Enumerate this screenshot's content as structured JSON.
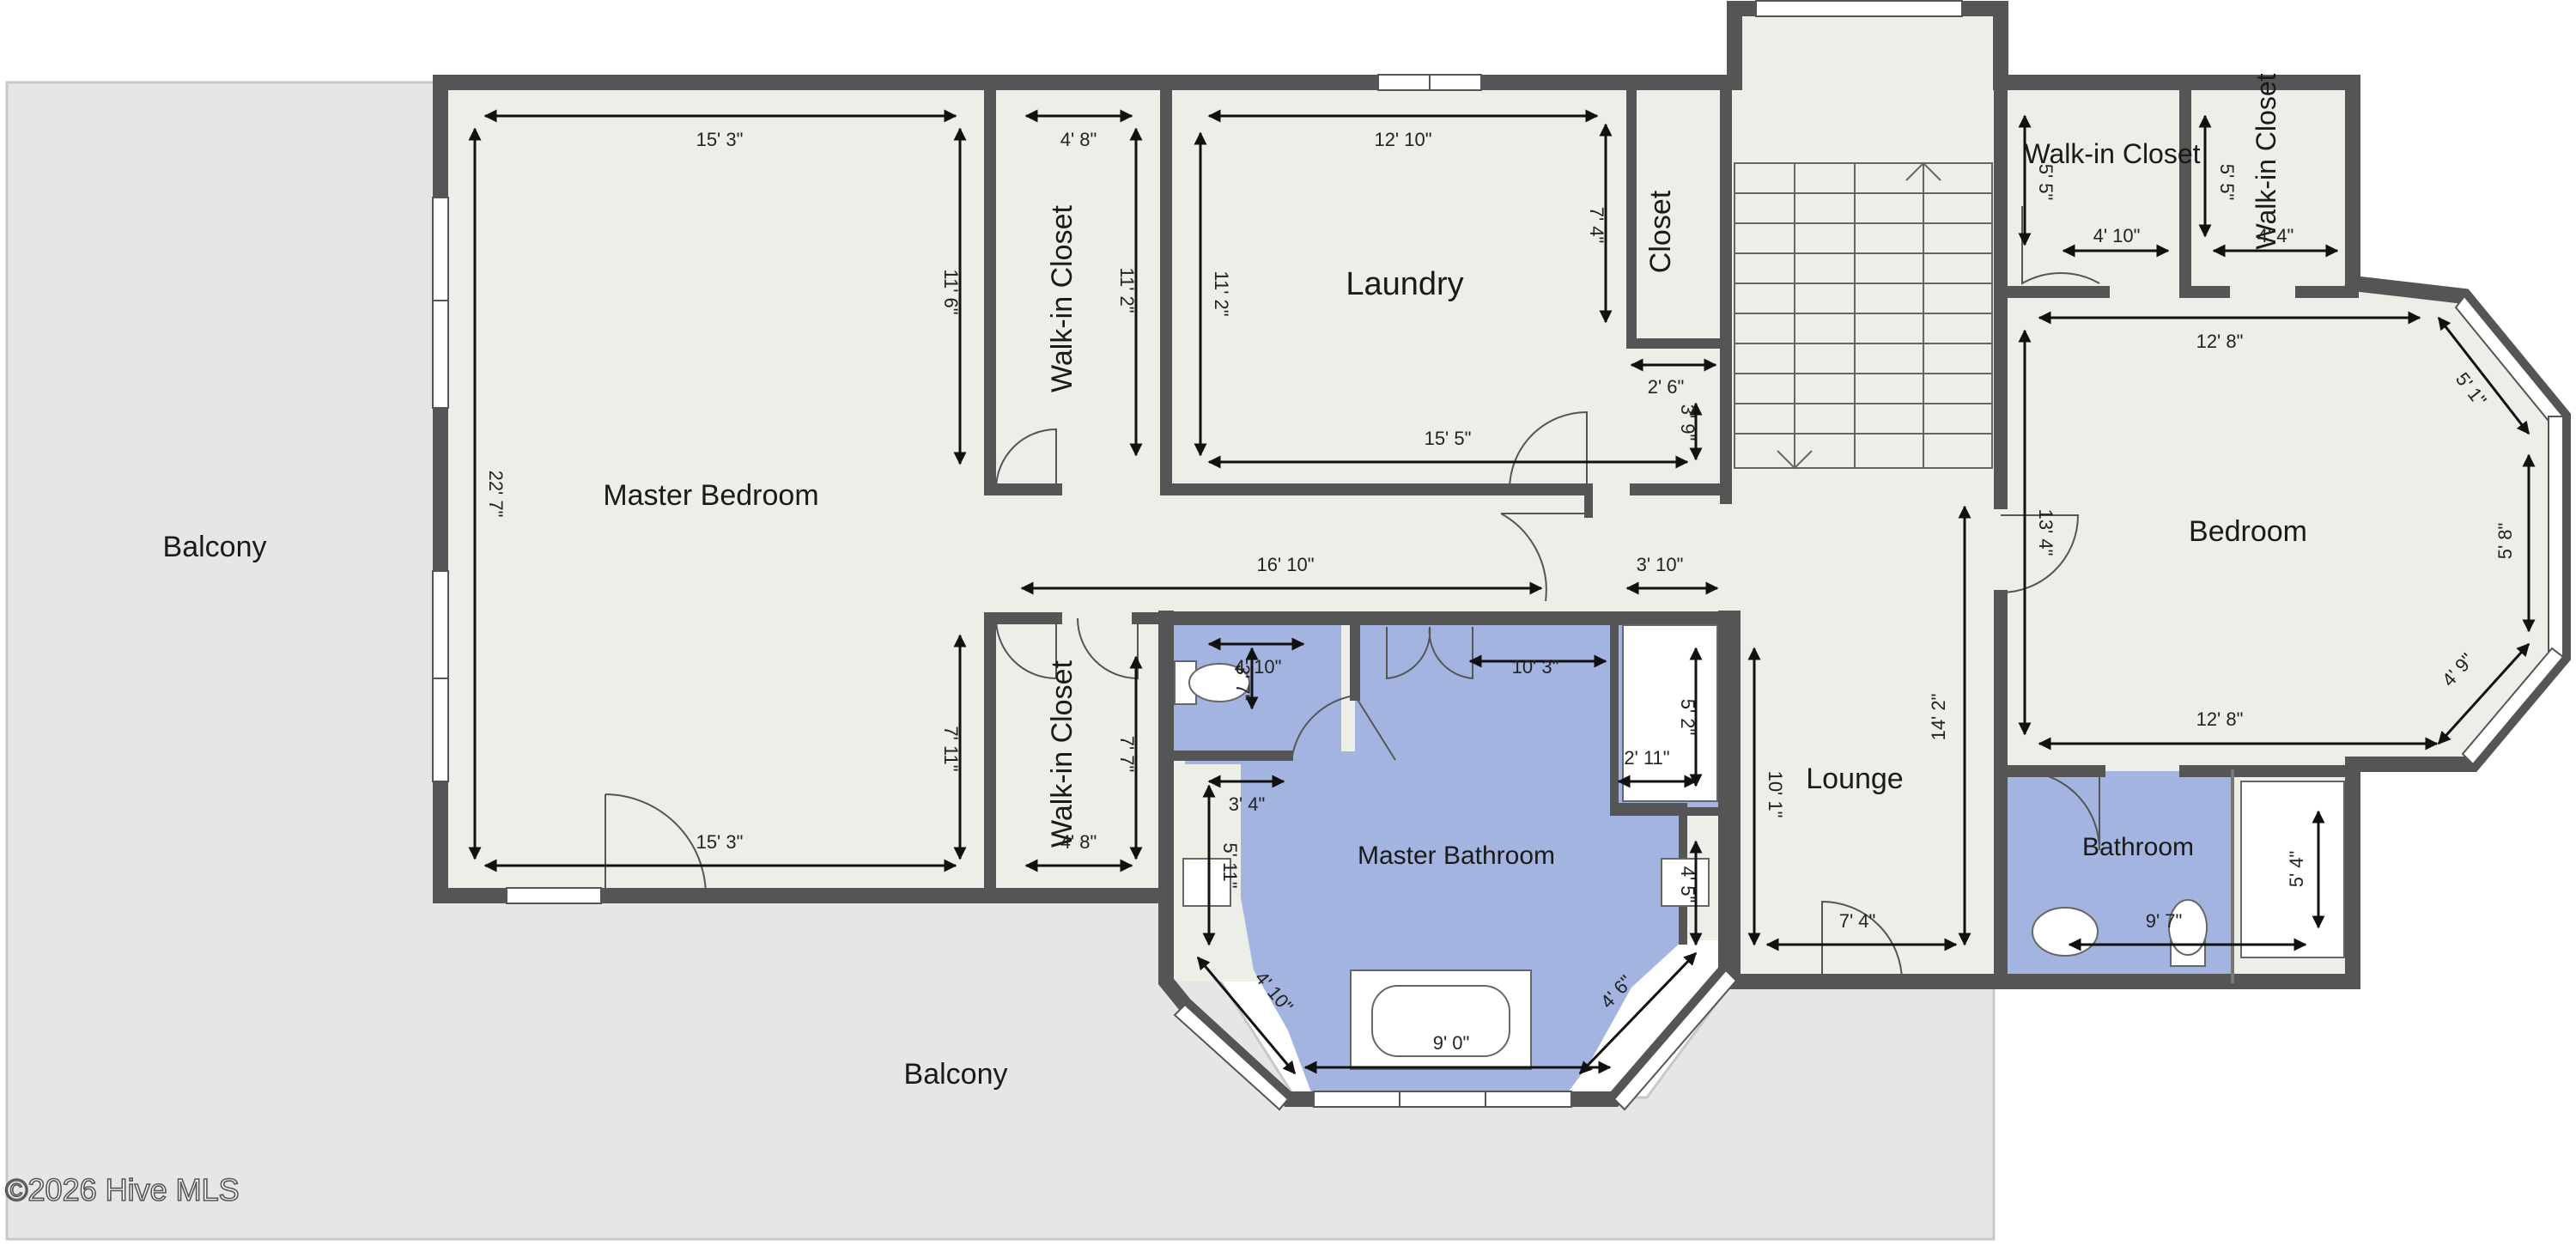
{
  "rooms": {
    "master_bedroom": "Master Bedroom",
    "walk_in_closet_1": "Walk-in Closet",
    "laundry": "Laundry",
    "closet": "Closet",
    "walk_in_closet_2": "Walk-in Closet",
    "walk_in_closet_3": "Walk-in Closet",
    "walk_in_closet_4": "Walk-in Closet",
    "bedroom": "Bedroom",
    "lounge": "Lounge",
    "master_bathroom": "Master Bathroom",
    "bathroom": "Bathroom",
    "balcony_left": "Balcony",
    "balcony_bottom": "Balcony"
  },
  "dimensions": {
    "mb_top": "15' 3\"",
    "mb_bottom": "15' 3\"",
    "mb_height": "22' 7\"",
    "mb_upper_right": "11' 6\"",
    "mb_lower_right": "7' 11\"",
    "wic1_width": "4' 8\"",
    "wic1_height": "11' 2\"",
    "laundry_top": "12' 10\"",
    "laundry_left": "11' 2\"",
    "laundry_right": "7' 4\"",
    "laundry_bottom": "15' 5\"",
    "closet_width": "2' 6\"",
    "closet_height": "3' 9\"",
    "hall_width": "16' 10\"",
    "hall_right": "3' 10\"",
    "wic2_width": "4' 8\"",
    "wic2_height": "7' 7\"",
    "toilet_width": "4' 10\"",
    "toilet_height": "3' 7\"",
    "bath_top": "10' 3\"",
    "shower_height": "5' 2\"",
    "shower_width": "2' 11\"",
    "vanity_width": "3' 4\"",
    "vanity_height": "5' 11\"",
    "vanity_right": "4' 5\"",
    "bay_left": "4' 10\"",
    "bay_right": "4' 6\"",
    "tub_width": "9' 0\"",
    "lounge_height": "10' 1\"",
    "lounge_width": "7' 4\"",
    "lounge_right": "14' 2\"",
    "wic3_height": "5' 5\"",
    "wic3_width": "4' 10\"",
    "wic4_height": "5' 5\"",
    "wic4_width": "4' 4\"",
    "bed_top": "12' 8\"",
    "bed_bottom": "12' 8\"",
    "bed_left": "13' 4\"",
    "bed_right": "5' 8\"",
    "bed_diag_top": "5' 1\"",
    "bed_diag_bottom": "4' 9\"",
    "bath2_width": "9' 7\"",
    "bath2_height": "5' 4\""
  },
  "watermark": "©2026 Hive MLS",
  "colors": {
    "wall": "#555555",
    "floor": "#eceee8",
    "bathroom_floor": "#a4b4e0",
    "balcony": "#e6e6e6",
    "window": "#ffffff"
  }
}
